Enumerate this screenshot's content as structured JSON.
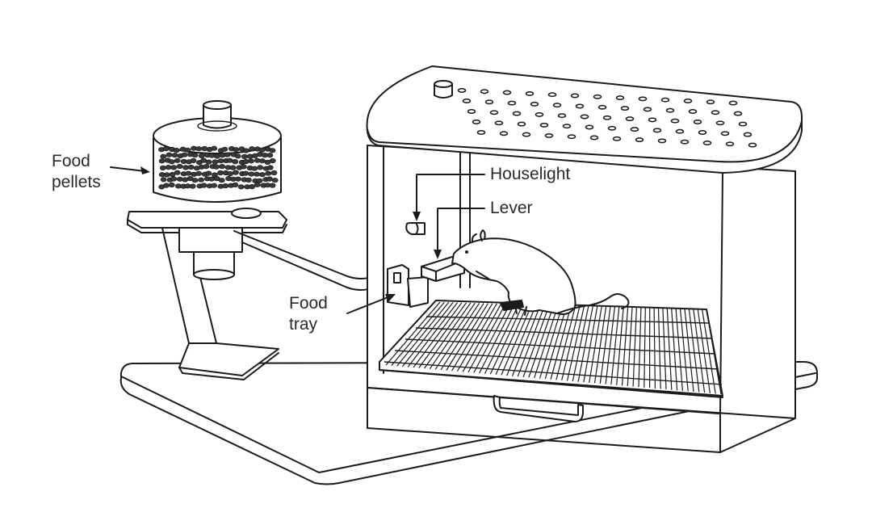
{
  "labels": {
    "food_pellets_line1": "Food",
    "food_pellets_line2": "pellets",
    "houselight": "Houselight",
    "lever": "Lever",
    "food_tray_line1": "Food",
    "food_tray_line2": "tray"
  },
  "colors": {
    "ink": "#1b1b1b",
    "background": "#ffffff",
    "pellet": "#3a3a3a"
  }
}
